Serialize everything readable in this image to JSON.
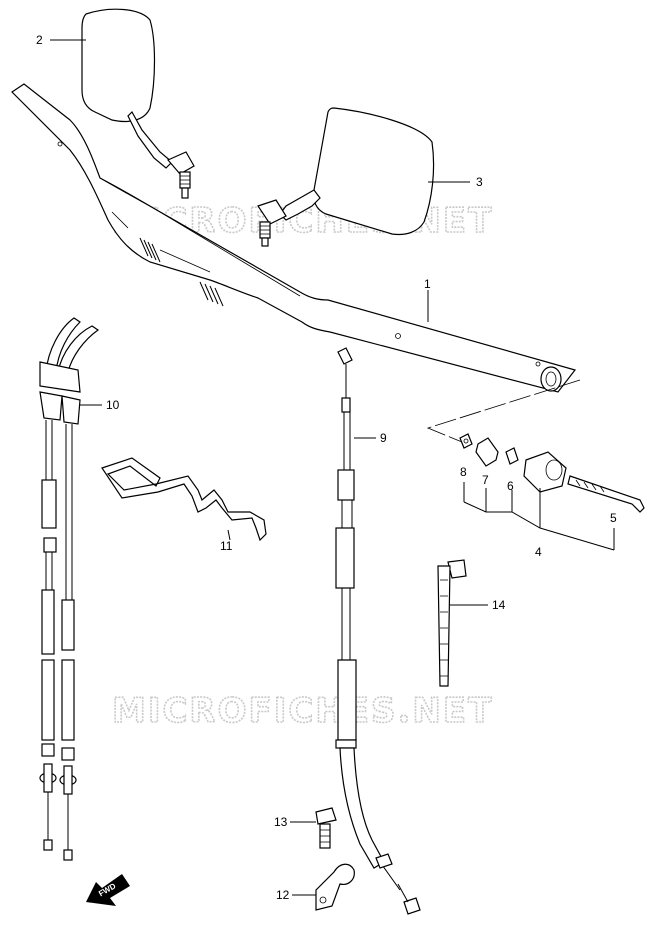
{
  "watermark": "MICROFICHES.NET",
  "fwd_label": "FWD",
  "callouts": {
    "handlebar": "1",
    "mirror_left": "2",
    "mirror_right": "3",
    "balancer_set": "4",
    "screw": "5",
    "washer": "6",
    "spacer": "7",
    "washer_small": "8",
    "clutch_cable": "9",
    "throttle_cable": "10",
    "cable_guide": "11",
    "clamp": "12",
    "bolt": "13",
    "cable_tie": "14"
  }
}
